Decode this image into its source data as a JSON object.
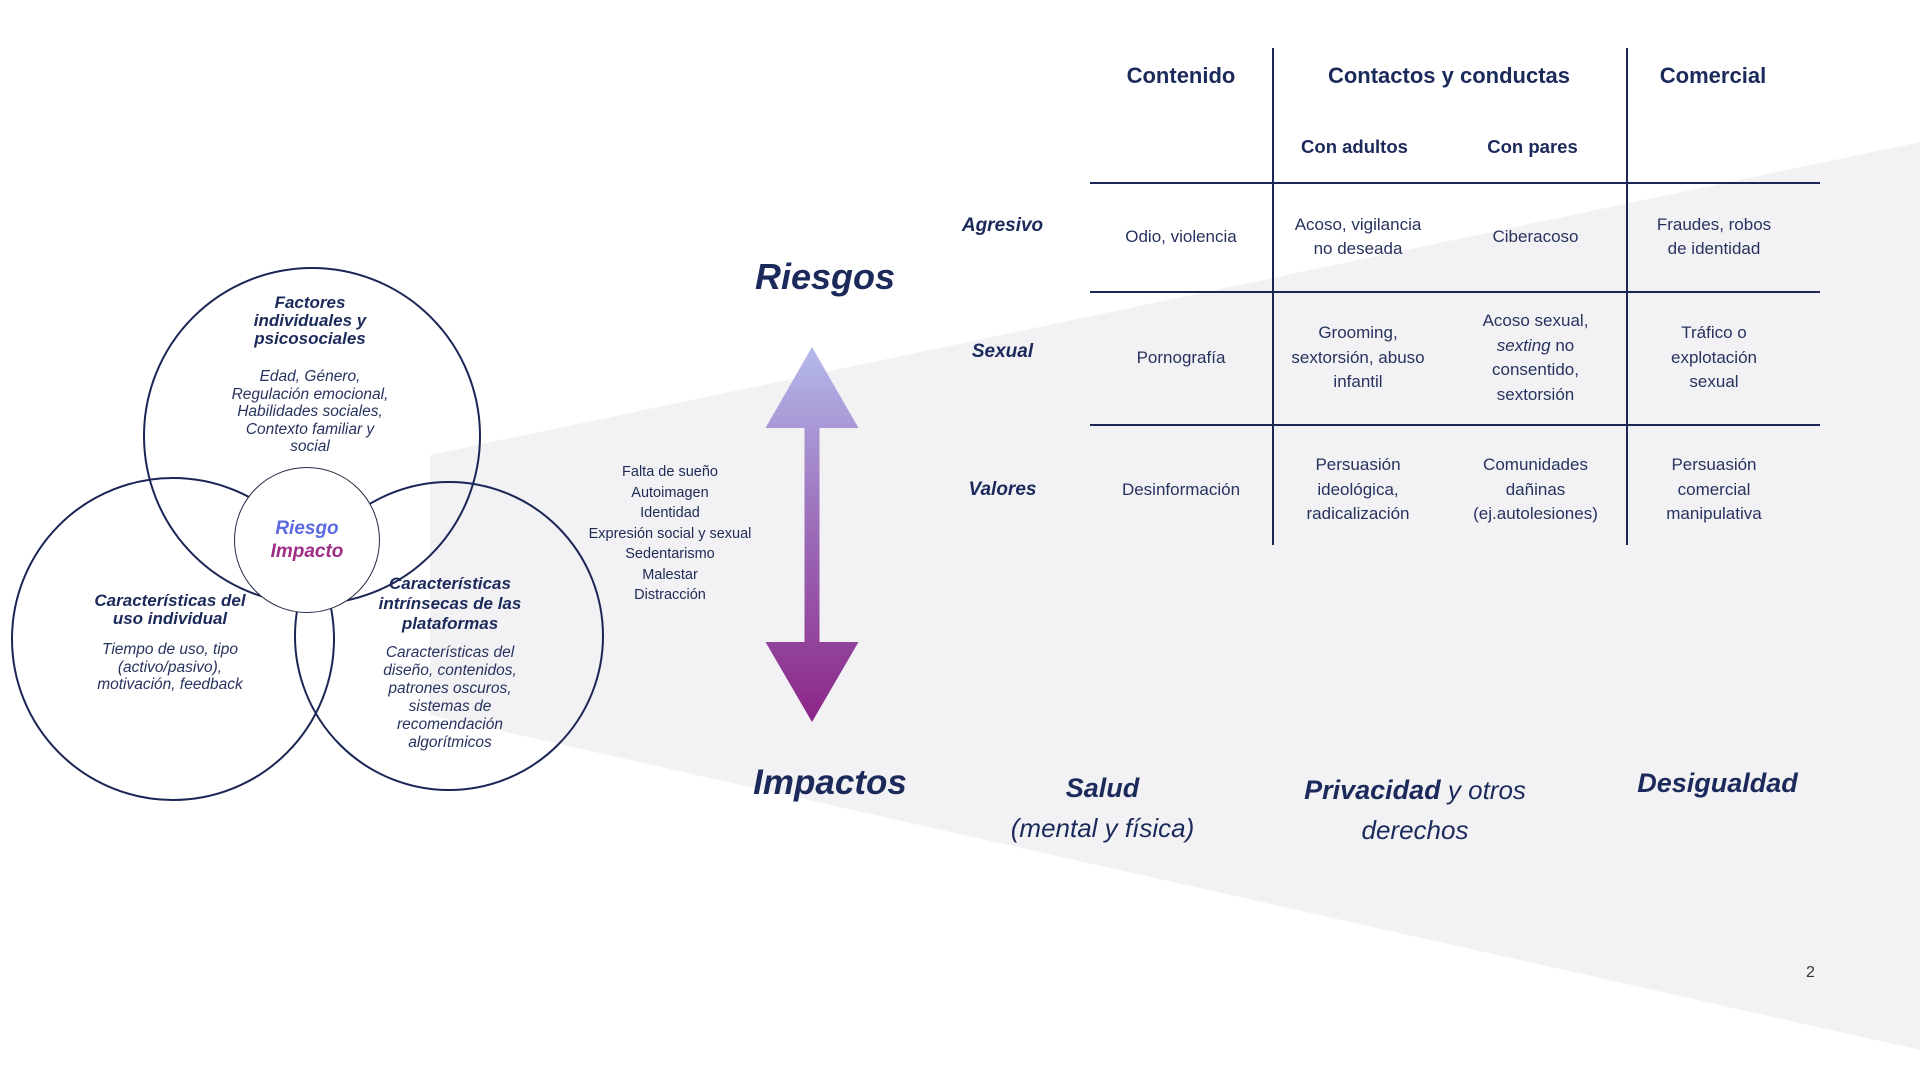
{
  "slide": {
    "page_number": "2"
  },
  "colors": {
    "navy": "#1b2a5a",
    "riesgo_blue": "#5b6ae0",
    "impacto_magenta": "#9e2d86",
    "arrow_gradient_top": "#b4baec",
    "arrow_gradient_mid": "#9d72bb",
    "arrow_gradient_bottom": "#8c2588",
    "funnel_gray": "#f2f2f4"
  },
  "venn": {
    "top_circle": {
      "title": "Factores\nindividuales y\npsicosociales",
      "body": "Edad, Género,\nRegulación emocional,\nHabilidades sociales,\nContexto familiar y\nsocial"
    },
    "left_circle": {
      "title": "Características del\nuso individual",
      "body": "Tiempo de uso, tipo\n(activo/pasivo),\nmotivación, feedback"
    },
    "right_circle": {
      "title": "Características\nintrínsecas de las\nplataformas",
      "body": "Características del\ndiseño, contenidos,\npatrones oscuros,\nsistemas de\nrecomendación\nalgorítmicos"
    },
    "center_circle": {
      "riesgo": "Riesgo",
      "impacto": "Impacto"
    }
  },
  "effects": {
    "items": [
      "Falta de sueño",
      "Autoimagen",
      "Identidad",
      "Expresión social y sexual",
      "Sedentarismo",
      "Malestar",
      "Distracción"
    ]
  },
  "axis": {
    "riesgos": "Riesgos",
    "impactos": "Impactos"
  },
  "table": {
    "headers": {
      "contenido": "Contenido",
      "contactos": "Contactos y conductas",
      "comercial": "Comercial",
      "con_adultos": "Con adultos",
      "con_pares": "Con pares"
    },
    "rows": [
      {
        "label": "Agresivo",
        "contenido": "Odio, violencia",
        "con_adultos": "Acoso, vigilancia\nno deseada",
        "con_pares": "Ciberacoso",
        "comercial": "Fraudes, robos\nde identidad"
      },
      {
        "label": "Sexual",
        "contenido": "Pornografía",
        "con_adultos": "Grooming,\nsextorsión, abuso\ninfantil",
        "con_pares_pre": "Acoso sexual,\n",
        "con_pares_italic": "sexting",
        "con_pares_post": " no\nconsentido,\nsextorsión",
        "comercial": "Tráfico o\nexplotación\nsexual"
      },
      {
        "label": "Valores",
        "contenido": "Desinformación",
        "con_adultos": "Persuasión\nideológica,\nradicalización",
        "con_pares": "Comunidades\ndañinas\n(ej.autolesiones)",
        "comercial": "Persuasión\ncomercial\nmanipulativa"
      }
    ]
  },
  "impacts": {
    "salud_title": "Salud",
    "salud_sub": "(mental y física)",
    "privacidad_bold": "Privacidad",
    "privacidad_rest": " y otros",
    "privacidad_line2": "derechos",
    "desigualdad": "Desigualdad"
  }
}
